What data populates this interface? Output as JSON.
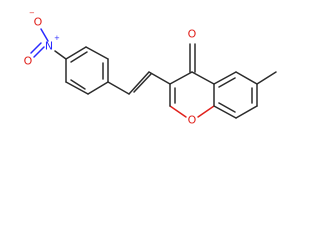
{
  "molecule": {
    "atoms": {
      "nitro_oxygen_anion": "O",
      "nitro_nitrogen": "N",
      "nitro_oxygen_double": "O",
      "ring_oxygen": "O",
      "ketone_oxygen": "O"
    },
    "charges": {
      "nitrogen": "+",
      "oxygen": "−"
    },
    "colors": {
      "bond": "#2b2b2b",
      "oxygen": "#e0201b",
      "nitrogen": "#2a2aff"
    }
  }
}
